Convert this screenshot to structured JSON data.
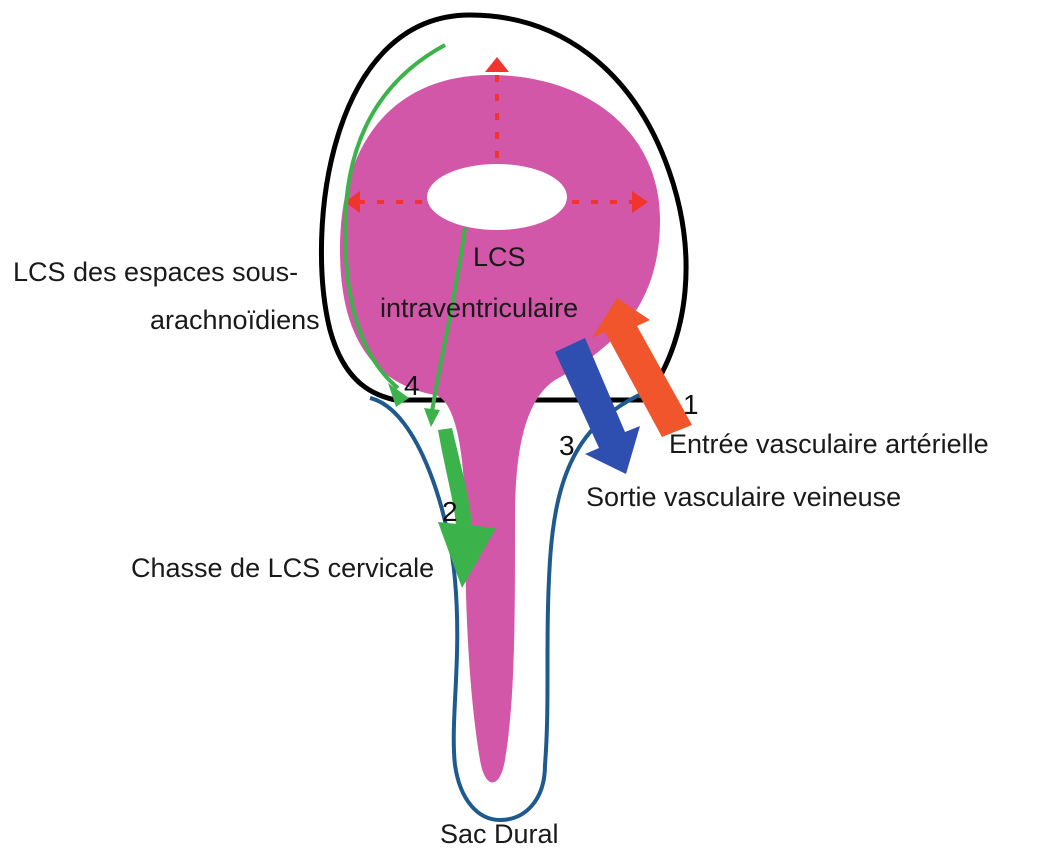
{
  "labels": {
    "subarachnoid_line1": "LCS des espaces sous-",
    "subarachnoid_line2": "arachnoïdiens",
    "intraventricular_line1": "LCS",
    "intraventricular_line2": "intraventriculaire",
    "arterial_inflow": "Entrée vasculaire artérielle",
    "venous_outflow": "Sortie vasculaire veineuse",
    "cervical_flush": "Chasse de LCS cervicale",
    "dural_sac": "Sac Dural"
  },
  "numbers": {
    "n1": "1",
    "n2": "2",
    "n3": "3",
    "n4": "4"
  },
  "colors": {
    "brain": "#d257a8",
    "skull": "#000000",
    "dura": "#1f5a8e",
    "csf_flow": "#3cb34a",
    "arterial": "#f0552b",
    "venous": "#2f4fb0",
    "expansion": "#f2342f"
  }
}
